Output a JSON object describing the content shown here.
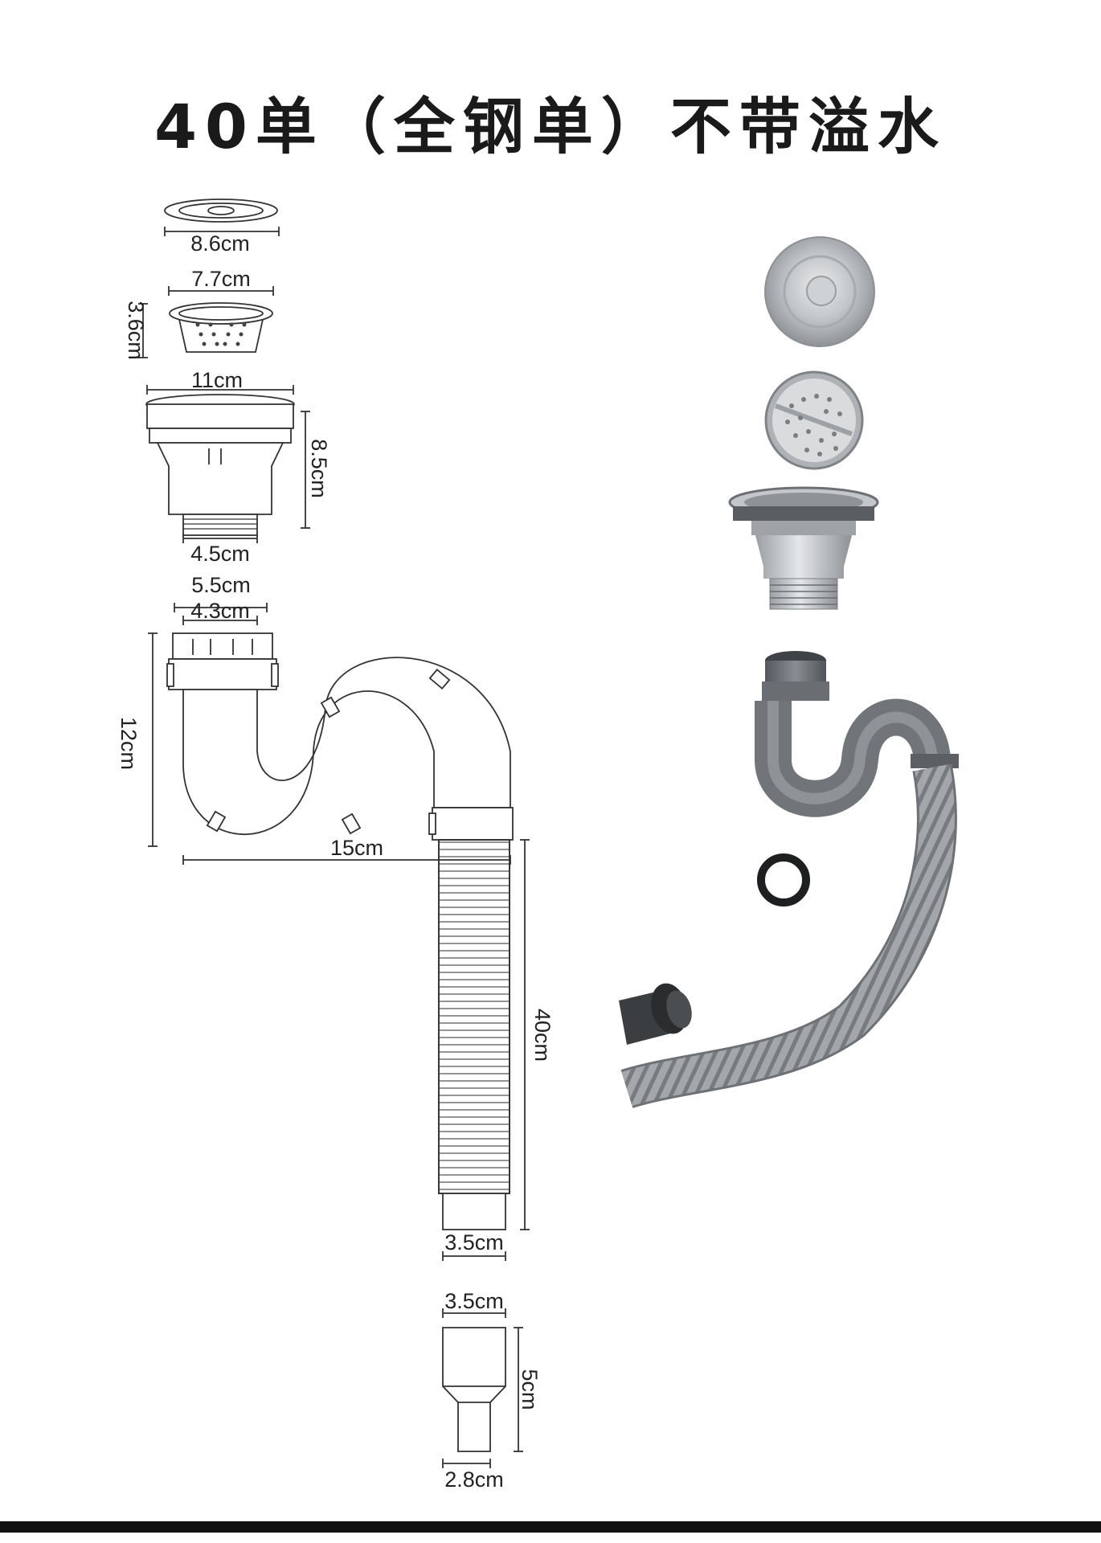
{
  "title": "40单（全钢单）不带溢水",
  "dimensions": {
    "cap_diameter": "8.6cm",
    "basket_diameter": "7.7cm",
    "basket_height": "3.6cm",
    "body_flange": "11cm",
    "body_height": "8.5cm",
    "body_thread": "4.5cm",
    "trap_outer": "5.5cm",
    "trap_inner": "4.3cm",
    "trap_height": "12cm",
    "trap_width": "15cm",
    "hose_length": "40cm",
    "hose_diameter": "3.5cm",
    "adapter_top": "3.5cm",
    "adapter_height": "5cm",
    "adapter_bottom": "2.8cm"
  },
  "colors": {
    "line": "#333333",
    "steel": "#b9bcbf",
    "pvc_gray": "#6f7378",
    "hose_gray": "#9da1a6"
  }
}
